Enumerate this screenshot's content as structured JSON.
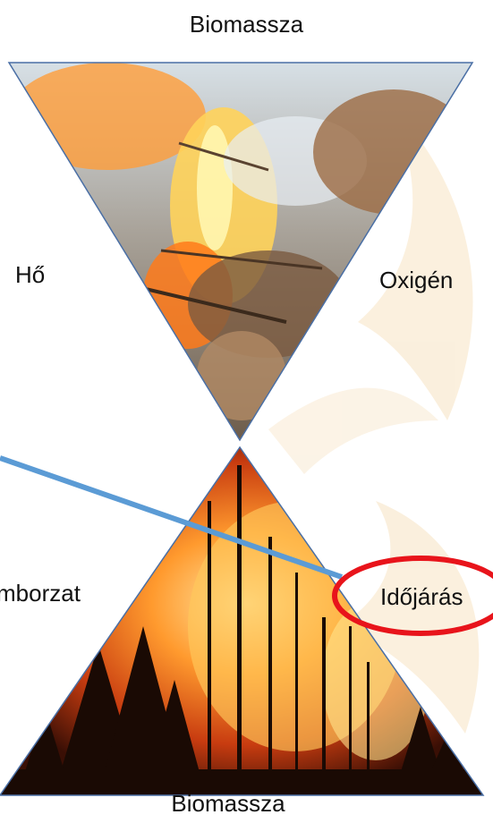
{
  "labels": {
    "top": "Biomassza",
    "left": "Hő",
    "right": "Oxigén",
    "left_cut": "mborzat",
    "weather": "Időjárás",
    "bottom": "Biomassza"
  },
  "colors": {
    "highlight_ellipse": "#e8141b",
    "connector_line": "#5b9bd5",
    "watermark": "#f5d8a8",
    "triangle_outline": "#4a6fa5"
  }
}
